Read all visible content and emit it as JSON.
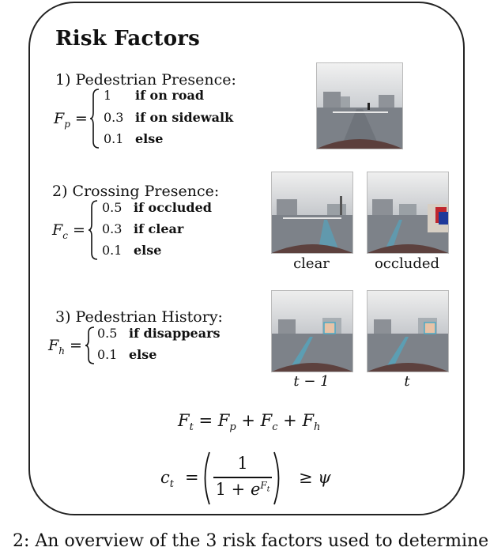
{
  "title": "Risk Factors",
  "factors": [
    {
      "heading": "1)  Pedestrian Presence:",
      "symbol_main": "F",
      "symbol_sub": "p",
      "cases": [
        {
          "value": "1",
          "condition": "if on road"
        },
        {
          "value": "0.3",
          "condition": "if on sidewalk"
        },
        {
          "value": "0.1",
          "condition": "else"
        }
      ]
    },
    {
      "heading": "2)  Crossing Presence:",
      "symbol_main": "F",
      "symbol_sub": "c",
      "cases": [
        {
          "value": "0.5",
          "condition": "if occluded"
        },
        {
          "value": "0.3",
          "condition": "if clear"
        },
        {
          "value": "0.1",
          "condition": "else"
        }
      ],
      "image_labels": [
        "clear",
        "occluded"
      ]
    },
    {
      "heading": "3) Pedestrian History:",
      "symbol_main": "F",
      "symbol_sub": "h",
      "cases": [
        {
          "value": "0.5",
          "condition": "if disappears"
        },
        {
          "value": "0.1",
          "condition": "else"
        }
      ],
      "image_labels": [
        "t − 1",
        "t"
      ]
    }
  ],
  "formula_total": {
    "lhs_main": "F",
    "lhs_sub": "t",
    "eq": " = ",
    "t1_main": "F",
    "t1_sub": "p",
    "plus": " + ",
    "t2_main": "F",
    "t2_sub": "c",
    "t3_main": "F",
    "t3_sub": "h"
  },
  "formula_conf": {
    "lhs_main": "c",
    "lhs_sub": "t",
    "eq": "=",
    "numerator": "1",
    "denominator_prefix": "1 + ",
    "denominator_base": "e",
    "exp_main": "F",
    "exp_sub": "t",
    "relation": "≥",
    "threshold": "ψ"
  },
  "caption": "2: An overview of the 3 risk factors used to determine"
}
